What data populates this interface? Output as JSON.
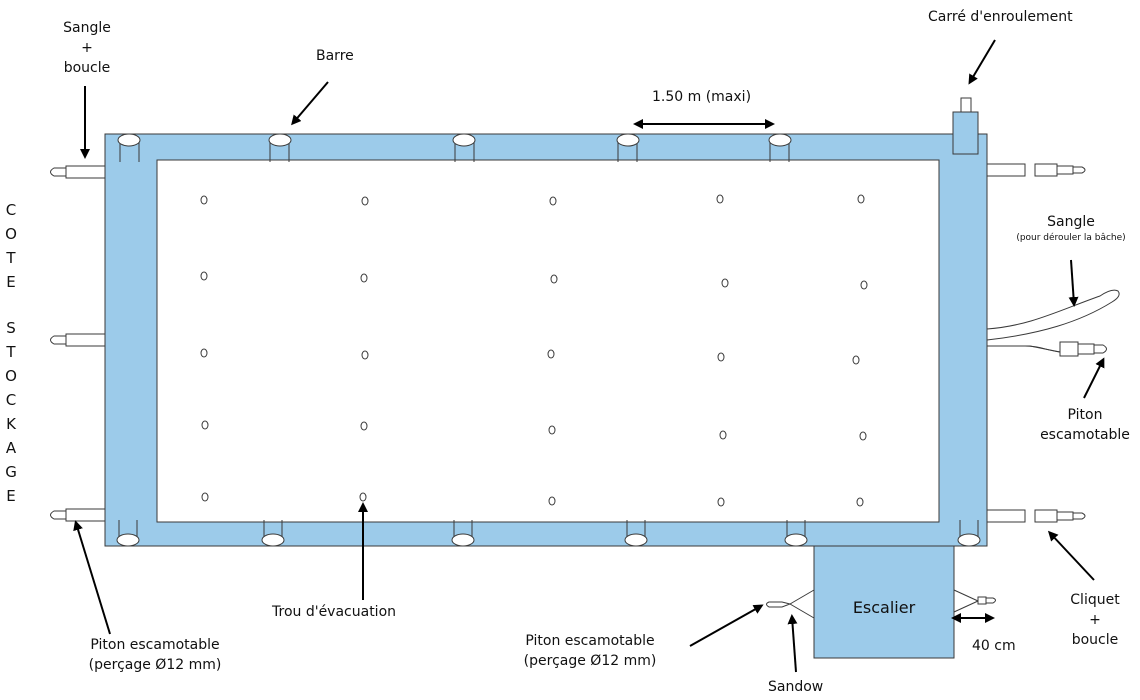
{
  "colors": {
    "cover": "#9ccbea",
    "outline": "#3a3a3a",
    "inner": "#ffffff",
    "arrow": "#000000"
  },
  "labels": {
    "sangle_boucle_1": "Sangle",
    "sangle_boucle_2": "+",
    "sangle_boucle_3": "boucle",
    "barre": "Barre",
    "dimension_150": "1.50 m (maxi)",
    "carre_enroulement": "Carré d'enroulement",
    "sangle_right": "Sangle",
    "sangle_right_sub": "(pour dérouler la bâche)",
    "piton_right_1": "Piton",
    "piton_right_2": "escamotable",
    "cliquet_1": "Cliquet",
    "cliquet_2": "+",
    "cliquet_3": "boucle",
    "piton_left_1": "Piton escamotable",
    "piton_left_2": "(perçage Ø12 mm)",
    "trou_evacuation": "Trou d'évacuation",
    "piton_bottom_1": "Piton escamotable",
    "piton_bottom_2": "(perçage Ø12 mm)",
    "sandow": "Sandow",
    "escalier": "Escalier",
    "dimension_40": "40 cm"
  },
  "side_text": {
    "cote": [
      "C",
      "O",
      "T",
      "E"
    ],
    "stockage": [
      "S",
      "T",
      "O",
      "C",
      "K",
      "A",
      "G",
      "E"
    ]
  },
  "drain_holes": {
    "rows": 5,
    "columns": 5
  },
  "bars": {
    "top_count": 5,
    "bottom_count": 6
  }
}
